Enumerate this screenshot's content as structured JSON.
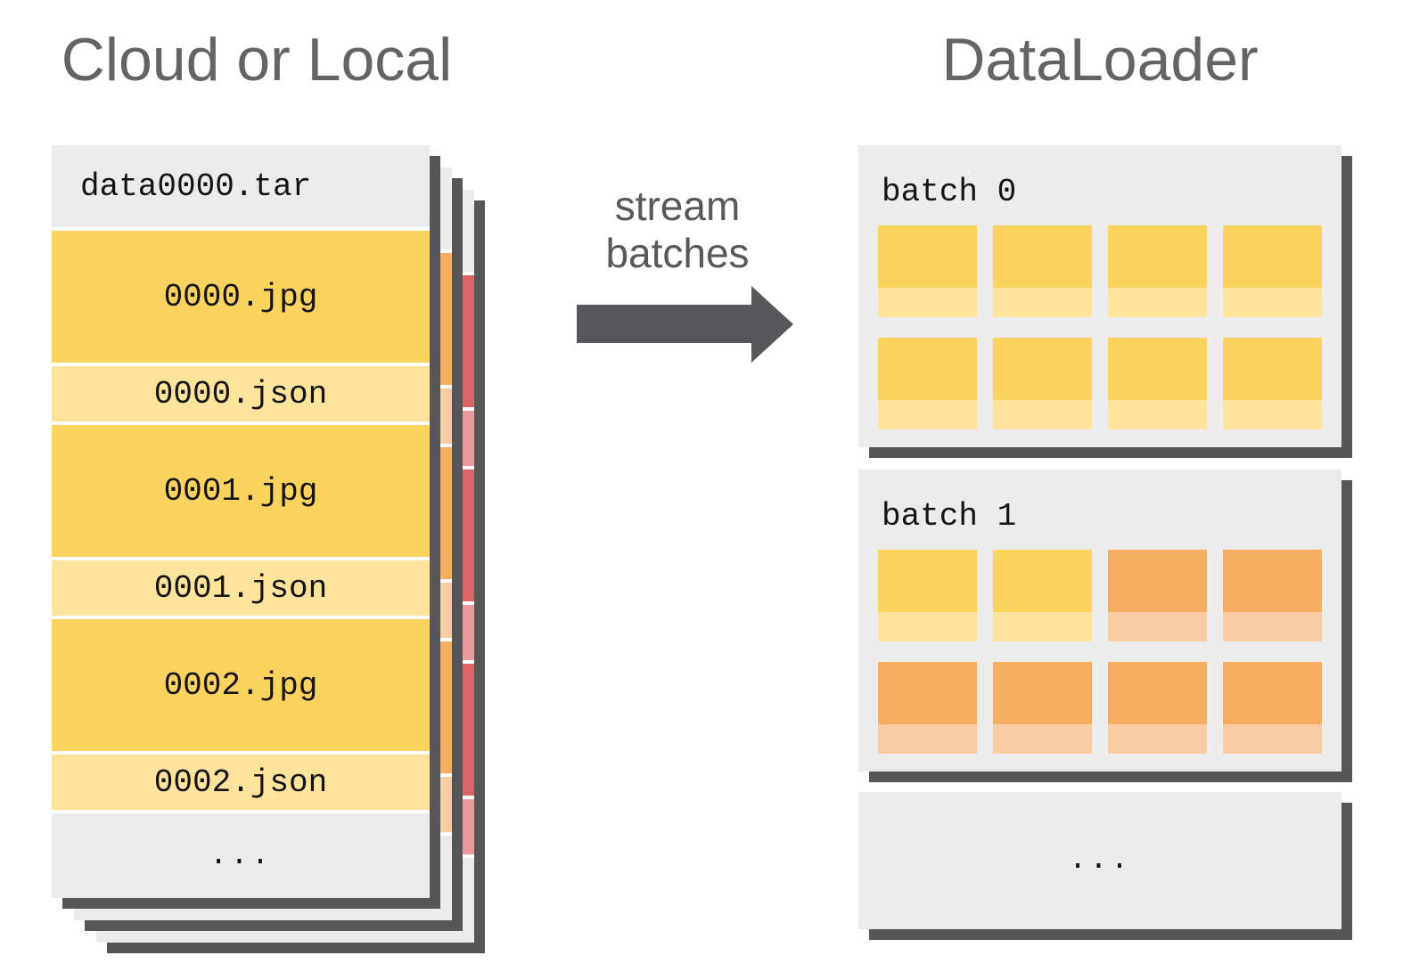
{
  "colors": {
    "yellow": "#FCD35F",
    "yellow_light": "#FDE39C",
    "orange": "#F5AD62",
    "orange_light": "#F9CCA3",
    "red": "#DC6465",
    "red_light": "#EC9B9C",
    "card_gray": "#ECECEC",
    "shadow_gray": "#565656",
    "title_gray": "#646464",
    "arrow_gray": "#58585A"
  },
  "left": {
    "title": "Cloud or Local",
    "tar_card": {
      "name": "data0000.tar",
      "entries": [
        {
          "label": "0000.jpg",
          "kind": "jpg"
        },
        {
          "label": "0000.json",
          "kind": "json"
        },
        {
          "label": "0001.jpg",
          "kind": "jpg"
        },
        {
          "label": "0001.json",
          "kind": "json"
        },
        {
          "label": "0002.jpg",
          "kind": "jpg"
        },
        {
          "label": "0002.json",
          "kind": "json"
        }
      ],
      "more": "..."
    }
  },
  "middle": {
    "arrow_label": [
      "stream",
      "batches"
    ]
  },
  "right": {
    "title": "DataLoader",
    "batches": [
      {
        "label": "batch 0",
        "tiles": [
          "yellow",
          "yellow",
          "yellow",
          "yellow",
          "yellow",
          "yellow",
          "yellow",
          "yellow"
        ]
      },
      {
        "label": "batch 1",
        "tiles": [
          "yellow",
          "yellow",
          "orange",
          "orange",
          "orange",
          "orange",
          "orange",
          "orange"
        ]
      }
    ],
    "more": "..."
  }
}
